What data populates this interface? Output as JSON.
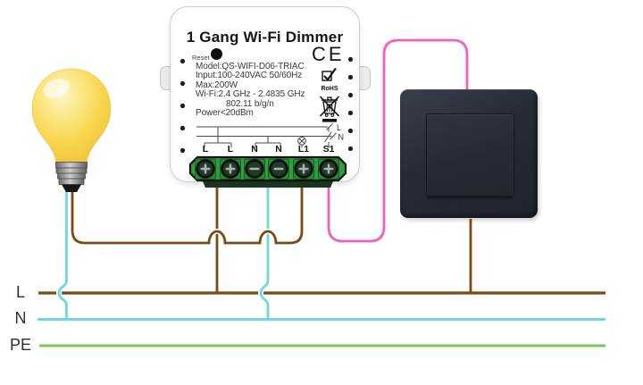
{
  "colors": {
    "live_wire": "#7b4a12",
    "neutral_wire": "#6fd8dd",
    "earth_wire": "#7cc857",
    "switch_wire": "#f25fbe",
    "terminal_block": "#2e9e3f",
    "bulb_glass": "#f8d74f",
    "switch_plate": "#272b35"
  },
  "module": {
    "title": "1 Gang Wi-Fi Dimmer",
    "reset_label": "Reset",
    "specs": [
      "Model:QS-WIFI-D06-TRIAC",
      "Input:100-240VAC 50/60Hz",
      "Max:200W",
      "Wi-Fi:2.4 GHz - 2.4835 GHz",
      "802.11 b/g/n",
      "Power<20dBm"
    ],
    "certifications": {
      "ce": "CE",
      "rohs": "RoHS"
    },
    "schematic_labels": {
      "line": "L",
      "neutral": "N"
    },
    "terminals": [
      "L",
      "L",
      "N",
      "N",
      "L1",
      "S1"
    ]
  },
  "bus": {
    "live": "L",
    "neutral": "N",
    "earth": "PE"
  }
}
